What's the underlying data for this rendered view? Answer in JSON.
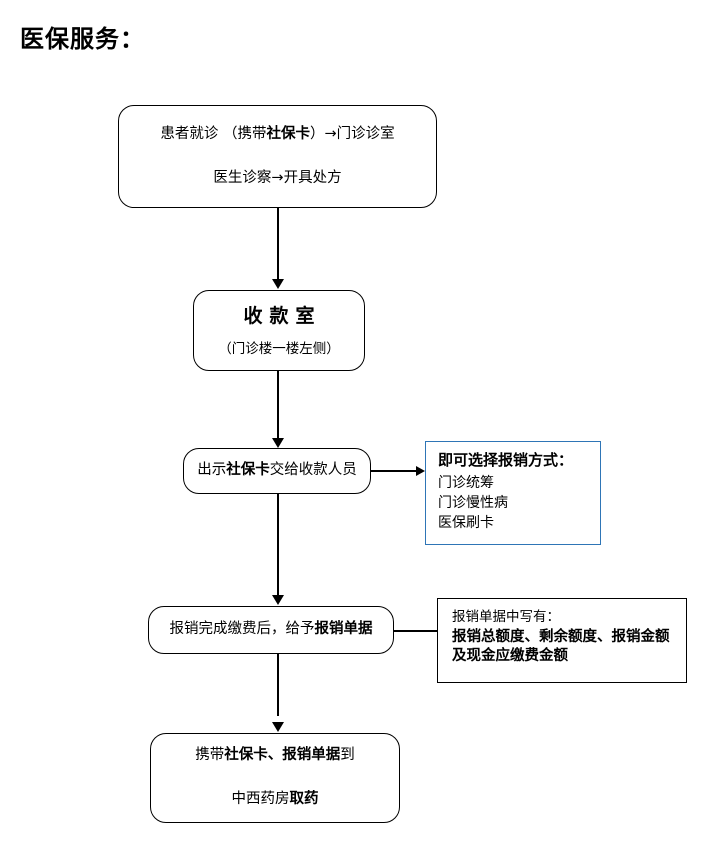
{
  "page": {
    "title": "医保服务："
  },
  "nodes": {
    "visit": {
      "line1_a": "患者就诊 （携带",
      "line1_b": "社保卡",
      "line1_c": "）→门诊诊室",
      "line2": "医生诊察→开具处方"
    },
    "cashier": {
      "headline": "收款室",
      "sub": "（门诊楼一楼左侧）"
    },
    "present_card": {
      "text_a": "出示",
      "text_b": "社保卡",
      "text_c": "交给收款人员"
    },
    "receipt": {
      "text_a": "报销完成缴费后，给予",
      "text_b": "报销单据"
    },
    "pharmacy": {
      "line1_a": "携带",
      "line1_b": "社保卡、报销单据",
      "line1_c": "到",
      "line2_a": "中西药房",
      "line2_b": "取药"
    }
  },
  "notes": {
    "methods": {
      "title": "即可选择报销方式：",
      "options": [
        "门诊统筹",
        "门诊慢性病",
        "医保刷卡"
      ],
      "border_color": "#2E75B6"
    },
    "receipt_detail": {
      "lead": "报销单据中写有：",
      "detail_line1": "报销总额度、剩余额度、报销金额",
      "detail_line2": "及现金应缴费金额",
      "border_color": "#000000"
    }
  },
  "connectors": {
    "visit_to_cashier": "arrow-down",
    "cashier_to_present_card": "arrow-down",
    "present_card_to_methods": "arrow-right",
    "present_card_to_receipt": "arrow-down",
    "receipt_to_detail": "line-right",
    "receipt_to_pharmacy": "arrow-down"
  },
  "colors": {
    "stroke": "#000000",
    "background": "#ffffff",
    "accent_blue": "#2E75B6"
  }
}
